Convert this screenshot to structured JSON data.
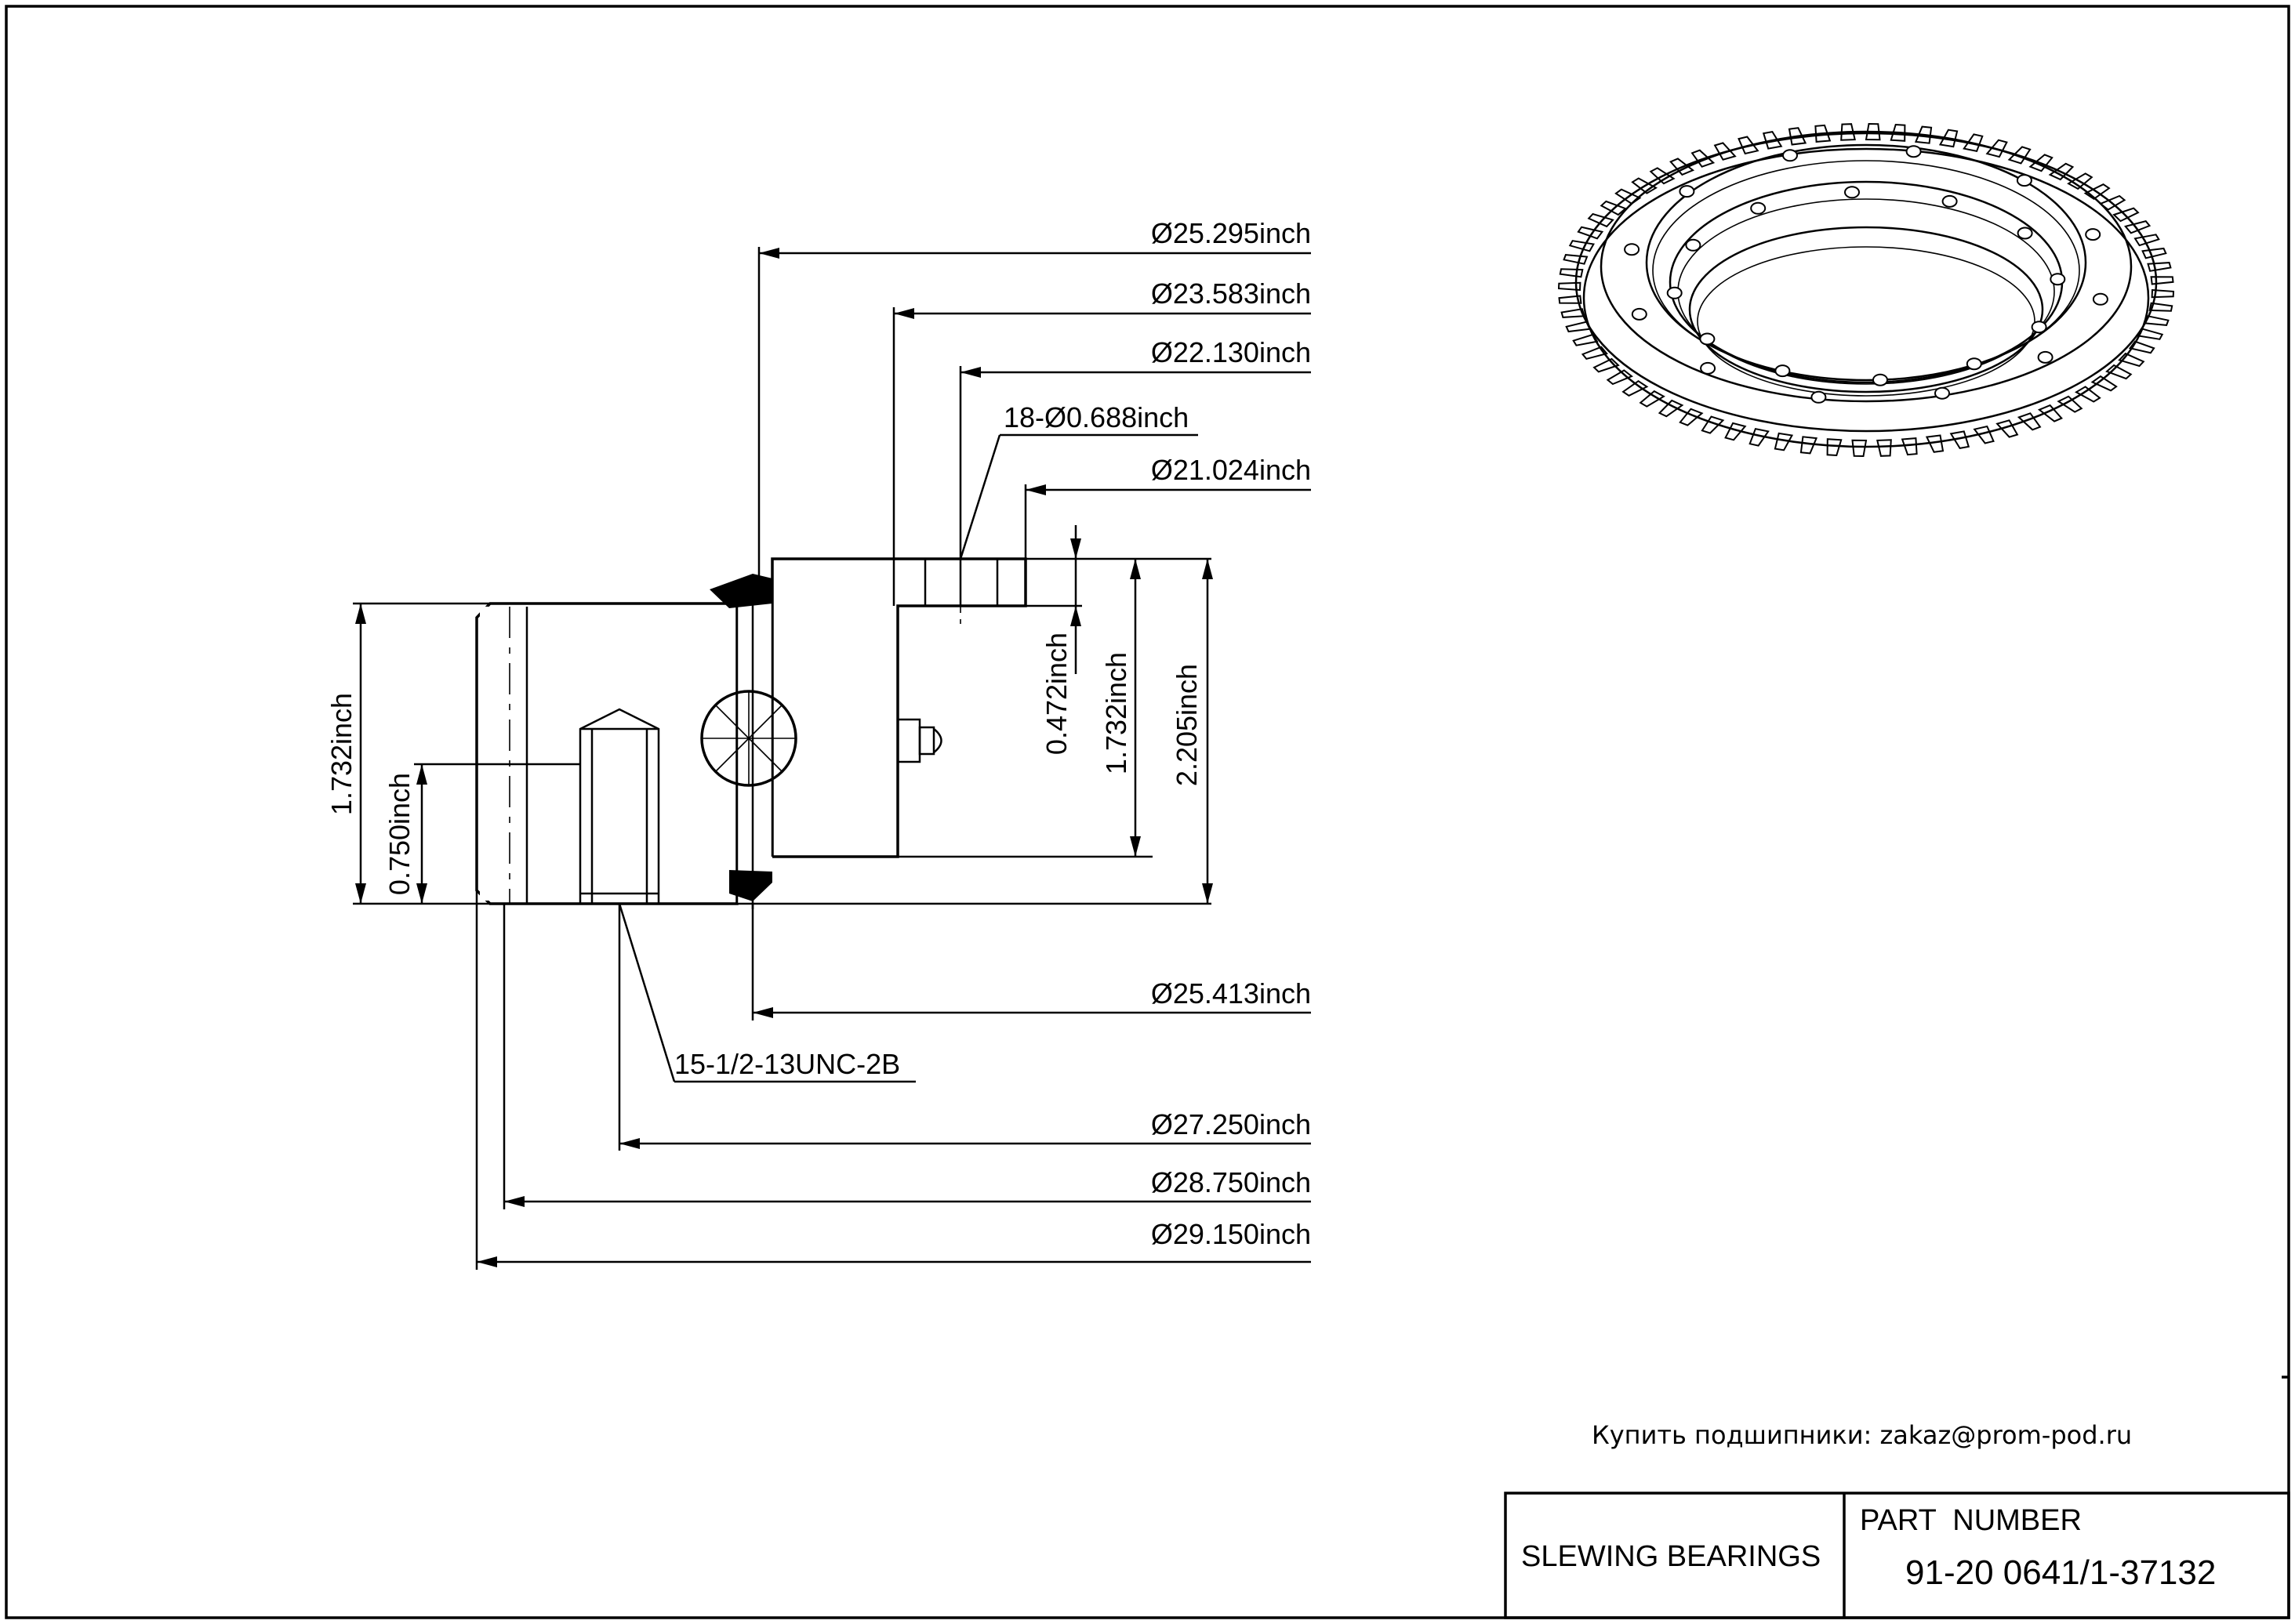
{
  "drawing": {
    "dimensions": {
      "d1": "Ø25.295inch",
      "d2": "Ø23.583inch",
      "d3": "Ø22.130inch",
      "holes": "18-Ø0.688inch",
      "d4": "Ø21.024inch",
      "d5": "Ø25.413inch",
      "thread": "15-1/2-13UNC-2B",
      "d6": "Ø27.250inch",
      "d7": "Ø28.750inch",
      "d8": "Ø29.150inch",
      "h_left_total": "1.732inch",
      "h_left_small": "0.750inch",
      "h_right_small": "0.472inch",
      "h_right_mid": "1.732inch",
      "h_right_total": "2.205inch"
    },
    "contact": "Купить подшипники: zakaz@prom-pod.ru"
  },
  "title_block": {
    "part_number_label": "PART  NUMBER",
    "category": "SLEWING BEARINGS",
    "part_number": "91-20 0641/1-37132"
  },
  "colors": {
    "line": "#000000",
    "background": "#ffffff"
  },
  "gear": {
    "teeth": 72,
    "mount_holes": 12
  }
}
